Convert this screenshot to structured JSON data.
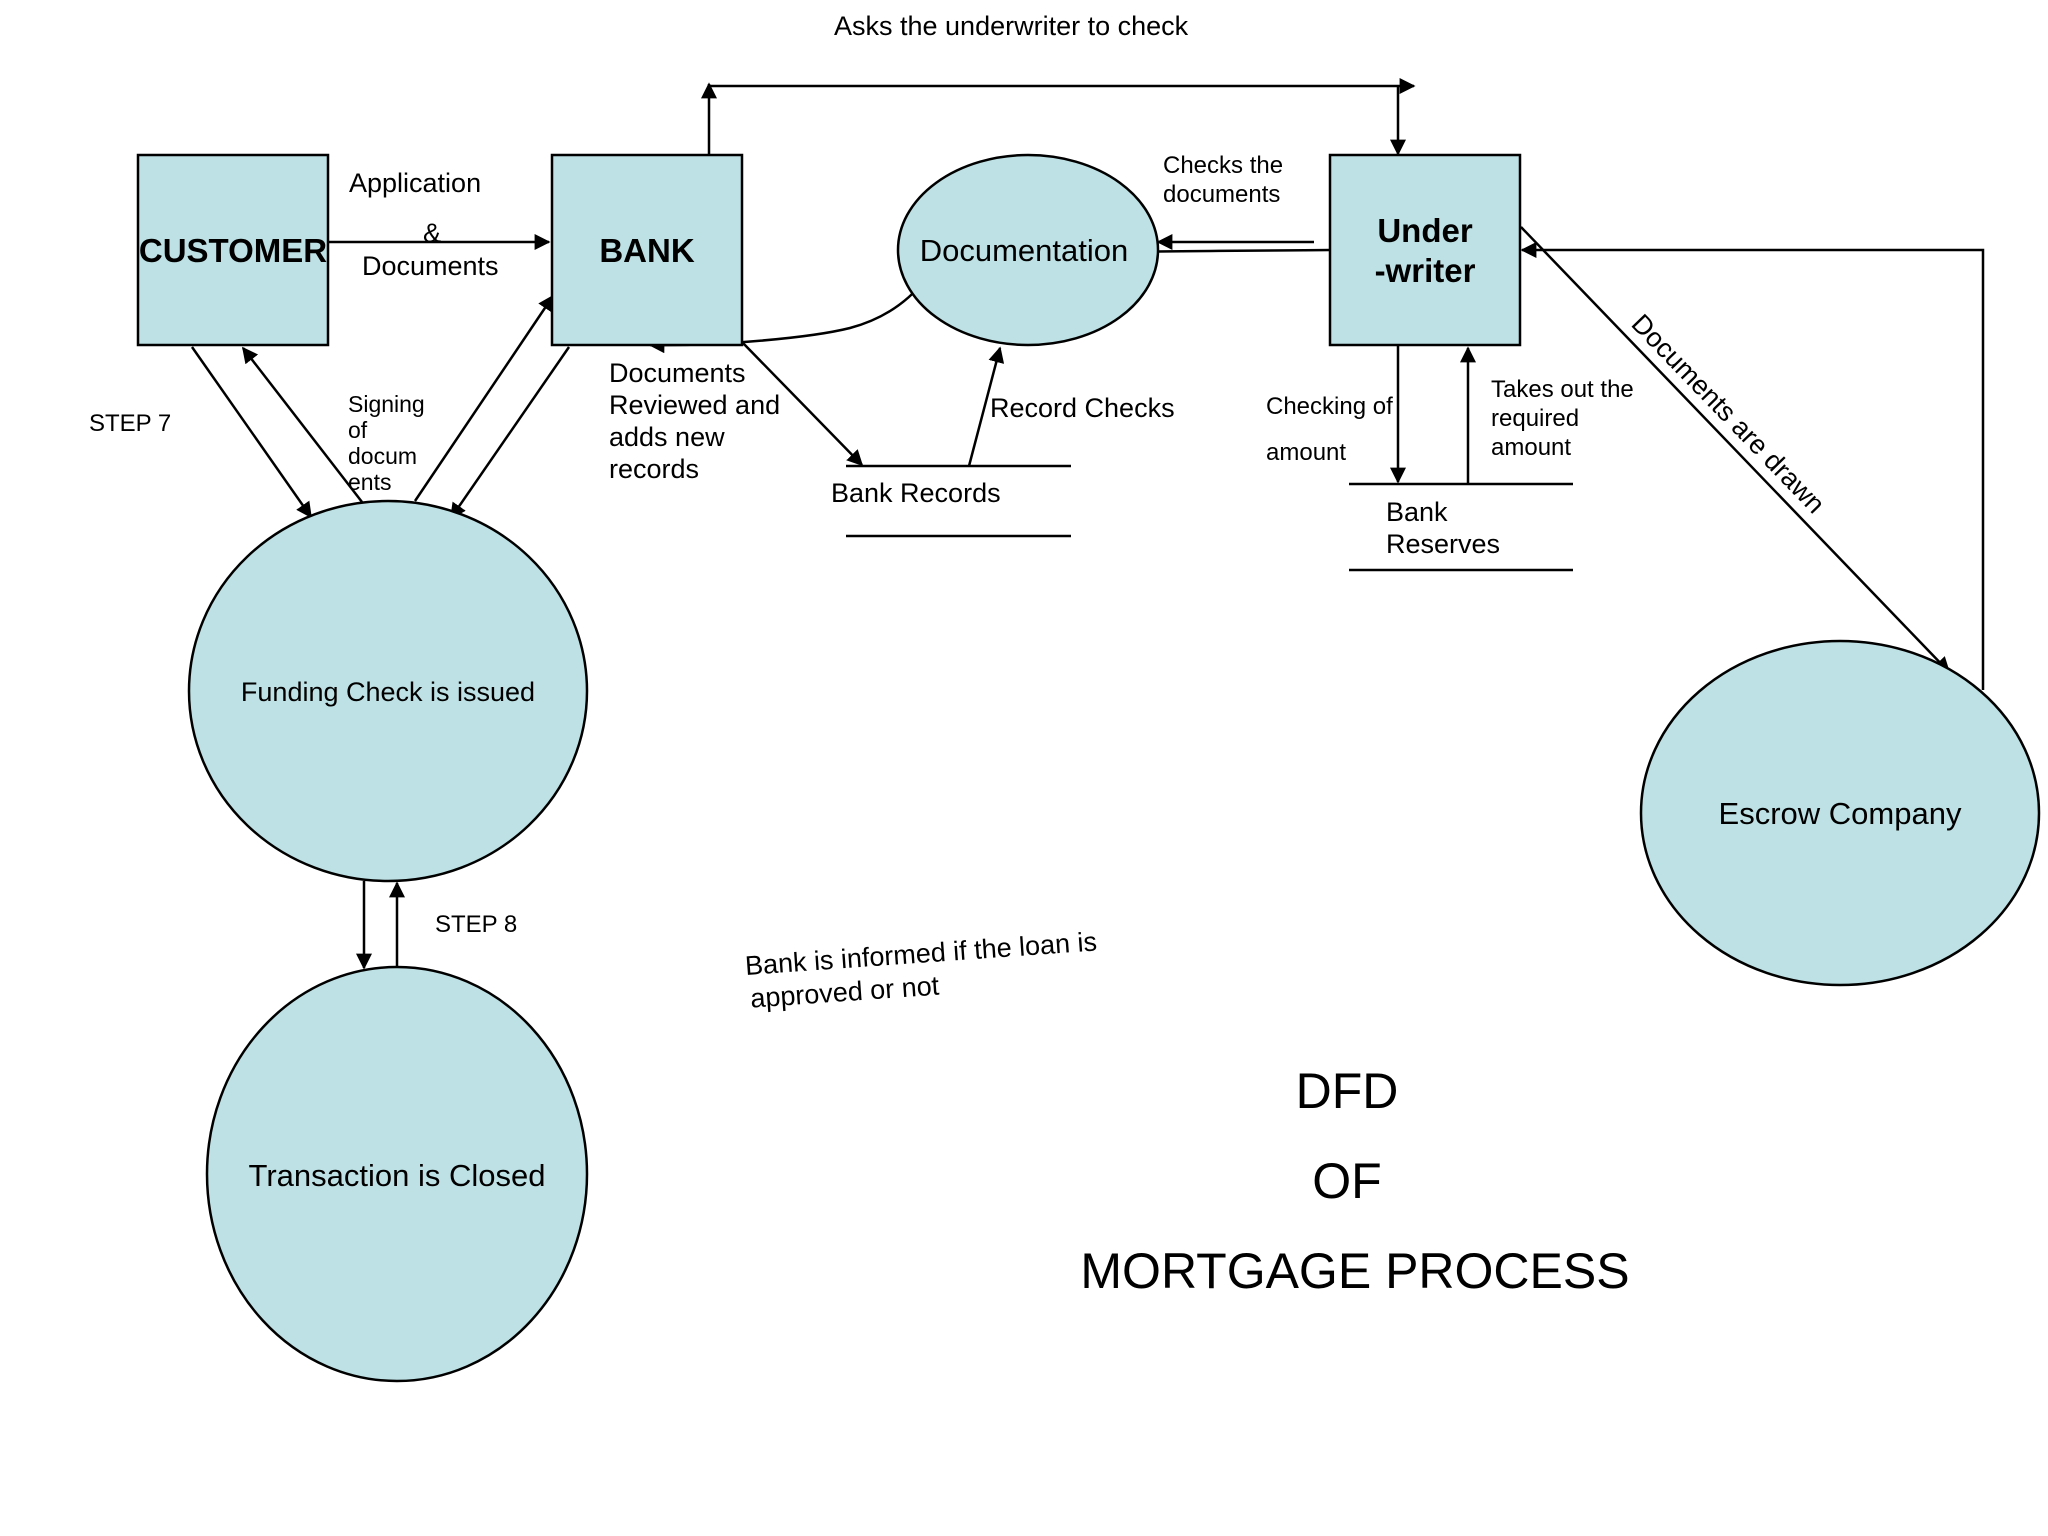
{
  "entities": {
    "customer": "CUSTOMER",
    "bank": "BANK",
    "underwriter": [
      "Under",
      "-writer"
    ]
  },
  "processes": {
    "documentation": "Documentation",
    "funding": "Funding Check is issued",
    "closed": "Transaction is Closed",
    "escrow": "Escrow Company"
  },
  "stores": {
    "bank_records": "Bank Records",
    "bank_reserves": [
      "Bank",
      "Reserves"
    ]
  },
  "flows": {
    "application": [
      "Application",
      "&",
      "Documents"
    ],
    "asks_underwriter": "Asks the underwriter to check",
    "checks_documents": [
      "Checks the",
      "documents"
    ],
    "documents_reviewed": [
      "Documents",
      "Reviewed and",
      "adds new",
      "records"
    ],
    "record_checks": "Record Checks",
    "checking_amount": [
      "Checking of",
      "amount"
    ],
    "takes_out": [
      "Takes out the",
      "required",
      "amount"
    ],
    "documents_drawn": "Documents are drawn",
    "signing": [
      "Signing",
      "of",
      "docum",
      "ents"
    ],
    "step7": "STEP 7",
    "step8": "STEP 8",
    "bank_informed": [
      "Bank is informed if the loan is",
      "approved or not"
    ]
  },
  "title": [
    "DFD",
    "OF",
    "MORTGAGE PROCESS"
  ],
  "colors": {
    "node_fill": "#bde1e4",
    "stroke": "#000000"
  }
}
